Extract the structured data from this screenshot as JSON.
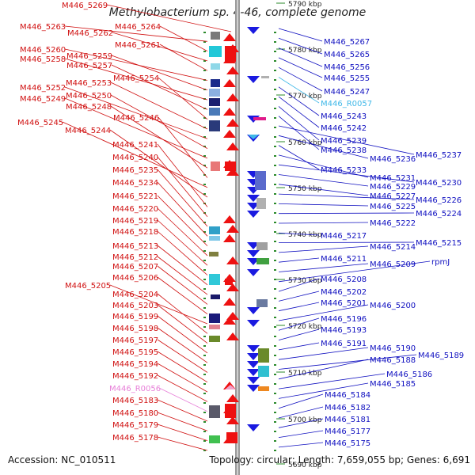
{
  "title": "Methylobacterium sp. 4-46, complete genome",
  "footer": {
    "accession": "Accession: NC_010511",
    "stats": "Topology: circular; Length: 7,659,055 bp; Genes: 6,691"
  },
  "colors": {
    "left_label": "#d01010",
    "right_label": "#1010c0",
    "rna_left": "#e77fd8",
    "rna_right": "#40b8e8"
  },
  "scale_labels": [
    "5790 kbp",
    "5780 kbp",
    "5770 kbp",
    "5760 kbp",
    "5750 kbp",
    "5740 kbp",
    "5730 kbp",
    "5720 kbp",
    "5710 kbp",
    "5700 kbp",
    "5690 kbp"
  ],
  "left_genes": [
    "M446_5269",
    "M446_5263",
    "M446_5264",
    "M446_5262",
    "M446_5261",
    "M446_5260",
    "M446_5259",
    "M446_5258",
    "M446_5257",
    "M446_5254",
    "M446_5253",
    "M446_5252",
    "M446_5250",
    "M446_5249",
    "M446_5248",
    "M446_5246",
    "M446_5245",
    "M446_5244",
    "M446_5241",
    "M446_5240",
    "M446_5235",
    "M446_5234",
    "M446_5221",
    "M446_5220",
    "M446_5219",
    "M446_5218",
    "M446_5213",
    "M446_5212",
    "M446_5207",
    "M446_5206",
    "M446_5205",
    "M446_5204",
    "M446_5203",
    "M446_5199",
    "M446_5198",
    "M446_5197",
    "M446_5195",
    "M446_5194",
    "M446_5192",
    "M446_R0056",
    "M446_5183",
    "M446_5180",
    "M446_5179",
    "M446_5178"
  ],
  "right_genes": [
    "M446_5267",
    "M446_5265",
    "M446_5256",
    "M446_5255",
    "M446_5247",
    "M446_R0057",
    "M446_5243",
    "M446_5242",
    "M446_5239",
    "M446_5238",
    "M446_5237",
    "M446_5236",
    "M446_5233",
    "M446_5231",
    "M446_5230",
    "M446_5229",
    "M446_5227",
    "M446_5226",
    "M446_5225",
    "M446_5224",
    "M446_5222",
    "M446_5217",
    "M446_5215",
    "M446_5214",
    "M446_5211",
    "M446_5209",
    "rpmJ",
    "M446_5208",
    "M446_5202",
    "M446_5201",
    "M446_5200",
    "M446_5196",
    "M446_5193",
    "M446_5191",
    "M446_5190",
    "M446_5189",
    "M446_5188",
    "M446_5186",
    "M446_5185",
    "M446_5184",
    "M446_5182",
    "M446_5181",
    "M446_5177",
    "M446_5175"
  ]
}
